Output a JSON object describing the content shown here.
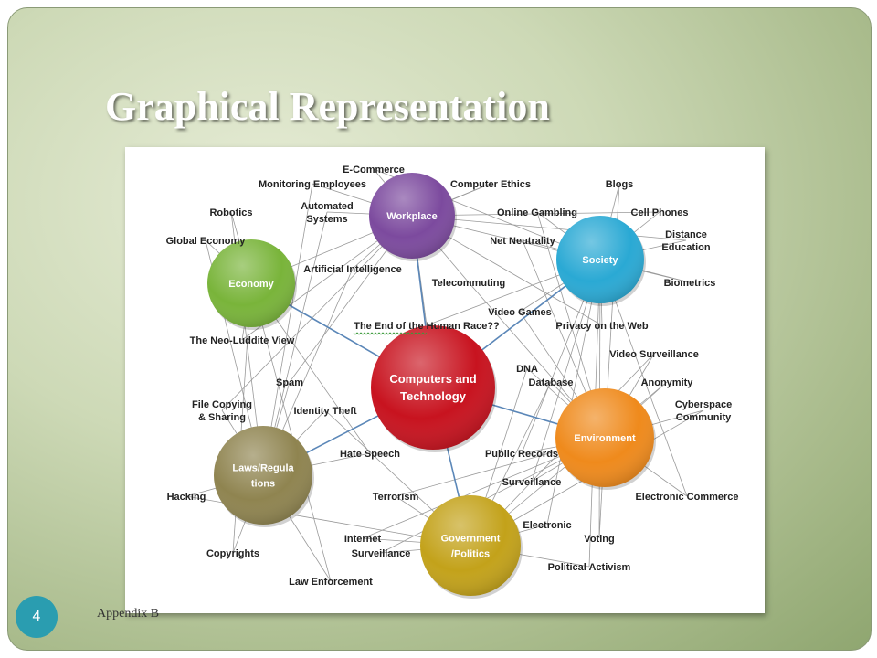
{
  "slide": {
    "title": "Graphical Representation",
    "page_number": "4",
    "footer": "Appendix B"
  },
  "diagram": {
    "center": {
      "id": "center",
      "lines": [
        "Computers and",
        "Technology"
      ],
      "color": "#c8131f"
    },
    "hubs": [
      {
        "id": "workplace",
        "lines": [
          "Workplace"
        ],
        "color": "#7c4a9e"
      },
      {
        "id": "economy",
        "lines": [
          "Economy"
        ],
        "color": "#79b43a"
      },
      {
        "id": "society",
        "lines": [
          "Society"
        ],
        "color": "#2aa9d4"
      },
      {
        "id": "environment",
        "lines": [
          "Environment"
        ],
        "color": "#ef8a1c"
      },
      {
        "id": "laws",
        "lines": [
          "Laws/Regula",
          "tions"
        ],
        "color": "#8f8450"
      },
      {
        "id": "government",
        "lines": [
          "Government",
          "/Politics"
        ],
        "color": "#c3a21a"
      }
    ],
    "topics": [
      {
        "id": "ecommerce",
        "lines": [
          "E-Commerce"
        ]
      },
      {
        "id": "monitoring",
        "lines": [
          "Monitoring Employees"
        ]
      },
      {
        "id": "computer-ethics",
        "lines": [
          "Computer Ethics"
        ]
      },
      {
        "id": "blogs",
        "lines": [
          "Blogs"
        ]
      },
      {
        "id": "robotics",
        "lines": [
          "Robotics"
        ]
      },
      {
        "id": "automated",
        "lines": [
          "Automated",
          "Systems"
        ]
      },
      {
        "id": "online-gambling",
        "lines": [
          "Online Gambling"
        ]
      },
      {
        "id": "cell-phones",
        "lines": [
          "Cell Phones"
        ]
      },
      {
        "id": "global-economy",
        "lines": [
          "Global Economy"
        ]
      },
      {
        "id": "net-neutrality",
        "lines": [
          "Net Neutrality"
        ]
      },
      {
        "id": "distance-education",
        "lines": [
          "Distance",
          "Education"
        ]
      },
      {
        "id": "ai",
        "lines": [
          "Artificial Intelligence"
        ]
      },
      {
        "id": "telecommuting",
        "lines": [
          "Telecommuting"
        ]
      },
      {
        "id": "biometrics",
        "lines": [
          "Biometrics"
        ]
      },
      {
        "id": "video-games",
        "lines": [
          "Video Games"
        ]
      },
      {
        "id": "end-human-race",
        "lines": [
          "The End of the Human Race??"
        ]
      },
      {
        "id": "privacy",
        "lines": [
          "Privacy on the Web"
        ]
      },
      {
        "id": "neo-luddite",
        "lines": [
          "The Neo-Luddite View"
        ]
      },
      {
        "id": "video-surveillance",
        "lines": [
          "Video Surveillance"
        ]
      },
      {
        "id": "dna",
        "lines": [
          "DNA"
        ]
      },
      {
        "id": "database",
        "lines": [
          "Database"
        ]
      },
      {
        "id": "anonymity",
        "lines": [
          "Anonymity"
        ]
      },
      {
        "id": "spam",
        "lines": [
          "Spam"
        ]
      },
      {
        "id": "file-copying",
        "lines": [
          "File Copying",
          "& Sharing"
        ]
      },
      {
        "id": "identity-theft",
        "lines": [
          "Identity Theft"
        ]
      },
      {
        "id": "cyberspace",
        "lines": [
          "Cyberspace",
          "Community"
        ]
      },
      {
        "id": "hate-speech",
        "lines": [
          "Hate Speech"
        ]
      },
      {
        "id": "public-records",
        "lines": [
          "Public Records"
        ]
      },
      {
        "id": "hacking",
        "lines": [
          "Hacking"
        ]
      },
      {
        "id": "surveillance",
        "lines": [
          "Surveillance"
        ]
      },
      {
        "id": "terrorism",
        "lines": [
          "Terrorism"
        ]
      },
      {
        "id": "electronic-commerce",
        "lines": [
          "Electronic Commerce"
        ]
      },
      {
        "id": "electronic",
        "lines": [
          "Electronic"
        ]
      },
      {
        "id": "internet",
        "lines": [
          "Internet"
        ]
      },
      {
        "id": "voting",
        "lines": [
          "Voting"
        ]
      },
      {
        "id": "copyrights",
        "lines": [
          "Copyrights"
        ]
      },
      {
        "id": "internet-surveillance",
        "lines": [
          "Surveillance"
        ]
      },
      {
        "id": "political-activism",
        "lines": [
          "Political Activism"
        ]
      },
      {
        "id": "law-enforcement",
        "lines": [
          "Law Enforcement"
        ]
      }
    ]
  }
}
